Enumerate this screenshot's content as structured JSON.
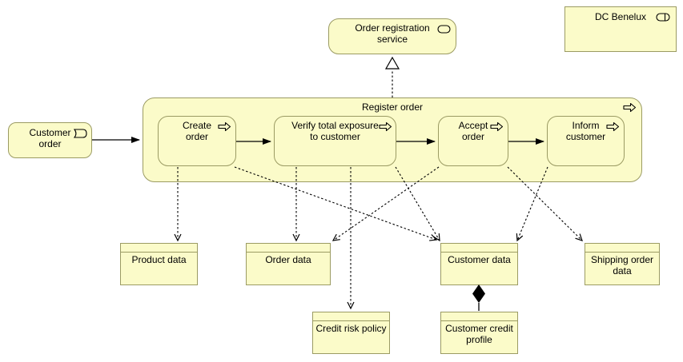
{
  "colors": {
    "element_fill": "#fbfbc9",
    "element_border": "#9b9b63",
    "connector": "#000000",
    "background": "#ffffff"
  },
  "elements": {
    "order_registration_service": {
      "label": "Order registration service",
      "icon": "service-icon"
    },
    "dc_benelux": {
      "label": "DC Benelux",
      "icon": "collaboration-icon"
    },
    "customer_order": {
      "label": "Customer order",
      "icon": "event-icon"
    },
    "register_order": {
      "label": "Register order",
      "icon": "process-icon"
    },
    "create_order": {
      "label": "Create order",
      "icon": "process-icon"
    },
    "verify_total_exposure": {
      "label": "Verify total exposure to customer",
      "icon": "process-icon"
    },
    "accept_order": {
      "label": "Accept order",
      "icon": "process-icon"
    },
    "inform_customer": {
      "label": "Inform customer",
      "icon": "process-icon"
    },
    "product_data": {
      "label": "Product data"
    },
    "order_data": {
      "label": "Order data"
    },
    "customer_data": {
      "label": "Customer data"
    },
    "shipping_order_data": {
      "label": "Shipping order data"
    },
    "credit_risk_policy": {
      "label": "Credit risk policy"
    },
    "customer_credit_profile": {
      "label": "Customer credit profile"
    }
  },
  "relationships": [
    {
      "type": "trigger-solid-arrow",
      "from": "Customer order",
      "to": "Register order"
    },
    {
      "type": "trigger-solid-arrow",
      "from": "Create order",
      "to": "Verify total exposure to customer"
    },
    {
      "type": "trigger-solid-arrow",
      "from": "Verify total exposure to customer",
      "to": "Accept order"
    },
    {
      "type": "trigger-solid-arrow",
      "from": "Accept order",
      "to": "Inform customer"
    },
    {
      "type": "realization-dashed-hollow-triangle",
      "from": "Register order",
      "to": "Order registration service"
    },
    {
      "type": "access-dashed-arrow",
      "from": "Create order",
      "to": "Product data"
    },
    {
      "type": "access-dashed-arrow",
      "from": "Create order",
      "to": "Customer data"
    },
    {
      "type": "access-dashed-arrow",
      "from": "Verify total exposure to customer",
      "to": "Order data"
    },
    {
      "type": "access-dashed-arrow",
      "from": "Verify total exposure to customer",
      "to": "Credit risk policy"
    },
    {
      "type": "access-dashed-arrow",
      "from": "Verify total exposure to customer",
      "to": "Customer data"
    },
    {
      "type": "access-dashed-arrow",
      "from": "Accept order",
      "to": "Order data"
    },
    {
      "type": "access-dashed-arrow",
      "from": "Accept order",
      "to": "Shipping order data"
    },
    {
      "type": "access-dashed-arrow",
      "from": "Inform customer",
      "to": "Customer data"
    },
    {
      "type": "composition-filled-diamond",
      "from": "Customer data",
      "to": "Customer credit profile"
    }
  ]
}
